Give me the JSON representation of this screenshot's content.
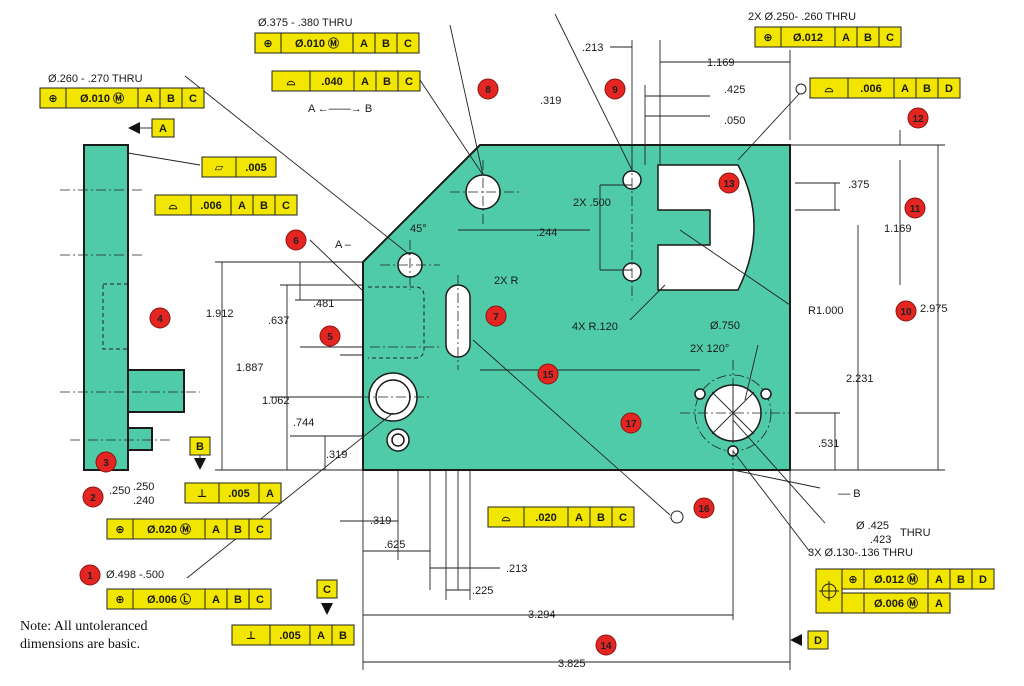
{
  "note": {
    "line1": "Note:  All untoleranced",
    "line2": "dimensions are basic."
  },
  "datums": {
    "A": "A",
    "B": "B",
    "C": "C",
    "D": "D"
  },
  "callouts": {
    "hole_260_270": "Ø.260 - .270 THRU",
    "hole_375_380": "Ø.375 - .380 THRU",
    "hole_250_260": "2X Ø.250- .260 THRU",
    "hole_498_500": "Ø.498 -.500",
    "hole_425_423_top": "Ø .425",
    "hole_425_423_bot": ".423",
    "hole_425_thru": "THRU",
    "hole_130_136": "3X Ø.130-.136 THRU",
    "dia_250": ".250",
    "dia_240": ".240",
    "dia_750": "Ø.750",
    "two_x_120": "2X 120°",
    "two_x_r": "2X R",
    "four_x_r120": "4X R.120",
    "r1000": "R1.000",
    "angle_45": "45°",
    "a_to_b": "A ←——→ B",
    "leader_A": "A –",
    "leader_B": "–– B"
  },
  "dimensions": {
    "d213_top": ".213",
    "d1169_top": "1.169",
    "d425": ".425",
    "d050": ".050",
    "d319_top": ".319",
    "d244": ".244",
    "d2x500": "2X .500",
    "d375": ".375",
    "d1169_right": "1.169",
    "d2975": "2.975",
    "d2231": "2.231",
    "d531": ".531",
    "d1912": "1.912",
    "d637": ".637",
    "d481": ".481",
    "d1887": "1.887",
    "d1062": "1.062",
    "d744": ".744",
    "d319_left": ".319",
    "d319_bottom": ".319",
    "d625": ".625",
    "d213_bottom": ".213",
    "d225": ".225",
    "d3294": "3.294",
    "d3825": "3.825"
  },
  "fcf": [
    {
      "id": "fcf-pos-375",
      "cells": [
        "⊕",
        "Ø.010 Ⓜ",
        "A",
        "B",
        "C"
      ]
    },
    {
      "id": "fcf-profile-040",
      "cells": [
        "⌓",
        ".040",
        "A",
        "B",
        "C"
      ]
    },
    {
      "id": "fcf-pos-260",
      "cells": [
        "⊕",
        "Ø.010 Ⓜ",
        "A",
        "B",
        "C"
      ]
    },
    {
      "id": "fcf-flat-005",
      "cells": [
        "▱",
        ".005"
      ]
    },
    {
      "id": "fcf-profile-006-left",
      "cells": [
        "⌓",
        ".006",
        "A",
        "B",
        "C"
      ]
    },
    {
      "id": "fcf-pos-250",
      "cells": [
        "⊕",
        "Ø.012",
        "A",
        "B",
        "C"
      ]
    },
    {
      "id": "fcf-profile-006-right",
      "cells": [
        "⌓",
        ".006",
        "A",
        "B",
        "D"
      ]
    },
    {
      "id": "fcf-perp-005-B",
      "cells": [
        "⊥",
        ".005",
        "A"
      ]
    },
    {
      "id": "fcf-pos-020",
      "cells": [
        "⊕",
        "Ø.020 Ⓜ",
        "A",
        "B",
        "C"
      ]
    },
    {
      "id": "fcf-profile-020",
      "cells": [
        "⌓",
        ".020",
        "A",
        "B",
        "C"
      ]
    },
    {
      "id": "fcf-pos-006-L",
      "cells": [
        "⊕",
        "Ø.006 Ⓛ",
        "A",
        "B",
        "C"
      ]
    },
    {
      "id": "fcf-perp-005-C",
      "cells": [
        "⊥",
        ".005",
        "A",
        "B"
      ]
    },
    {
      "id": "fcf-pos-012-top",
      "cells": [
        "⊕",
        "Ø.012 Ⓜ",
        "A",
        "B",
        "D"
      ]
    },
    {
      "id": "fcf-pos-006-bot",
      "cells": [
        "",
        "Ø.006 Ⓜ",
        "A"
      ]
    }
  ],
  "markers": [
    "1",
    "2",
    "3",
    "4",
    "5",
    "6",
    "7",
    "8",
    "9",
    "10",
    "11",
    "12",
    "13",
    "14",
    "15",
    "16",
    "17"
  ],
  "colors": {
    "part": "#4fcba8",
    "fcf": "#f2e600",
    "marker": "#e52521"
  }
}
